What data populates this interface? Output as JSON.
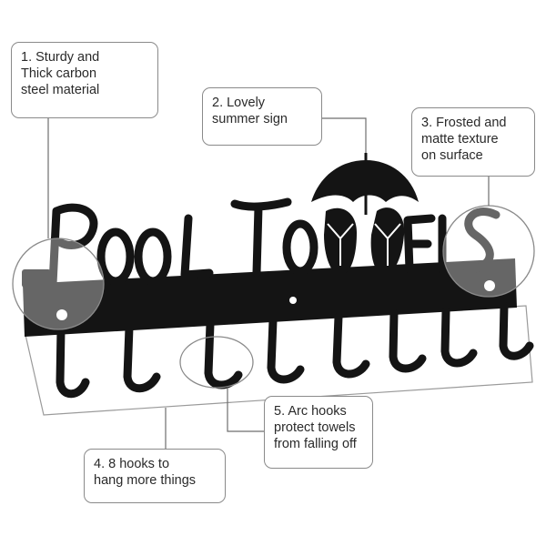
{
  "sign": {
    "text": "POOL TOWELS",
    "material_color": "#141414",
    "hook_count": 8
  },
  "callouts": [
    {
      "text": "1. Sturdy and\nThick carbon\nsteel material"
    },
    {
      "text": "2. Lovely\nsummer sign"
    },
    {
      "text": "3. Frosted and\nmatte texture\non surface"
    },
    {
      "text": "4. 8 hooks to\nhang more things"
    },
    {
      "text": "5. Arc hooks\nprotect towels\nfrom falling off"
    }
  ],
  "colors": {
    "callout_border": "#8a8a8a",
    "leader_line": "#6e6e6e",
    "text": "#2a2a2a"
  }
}
